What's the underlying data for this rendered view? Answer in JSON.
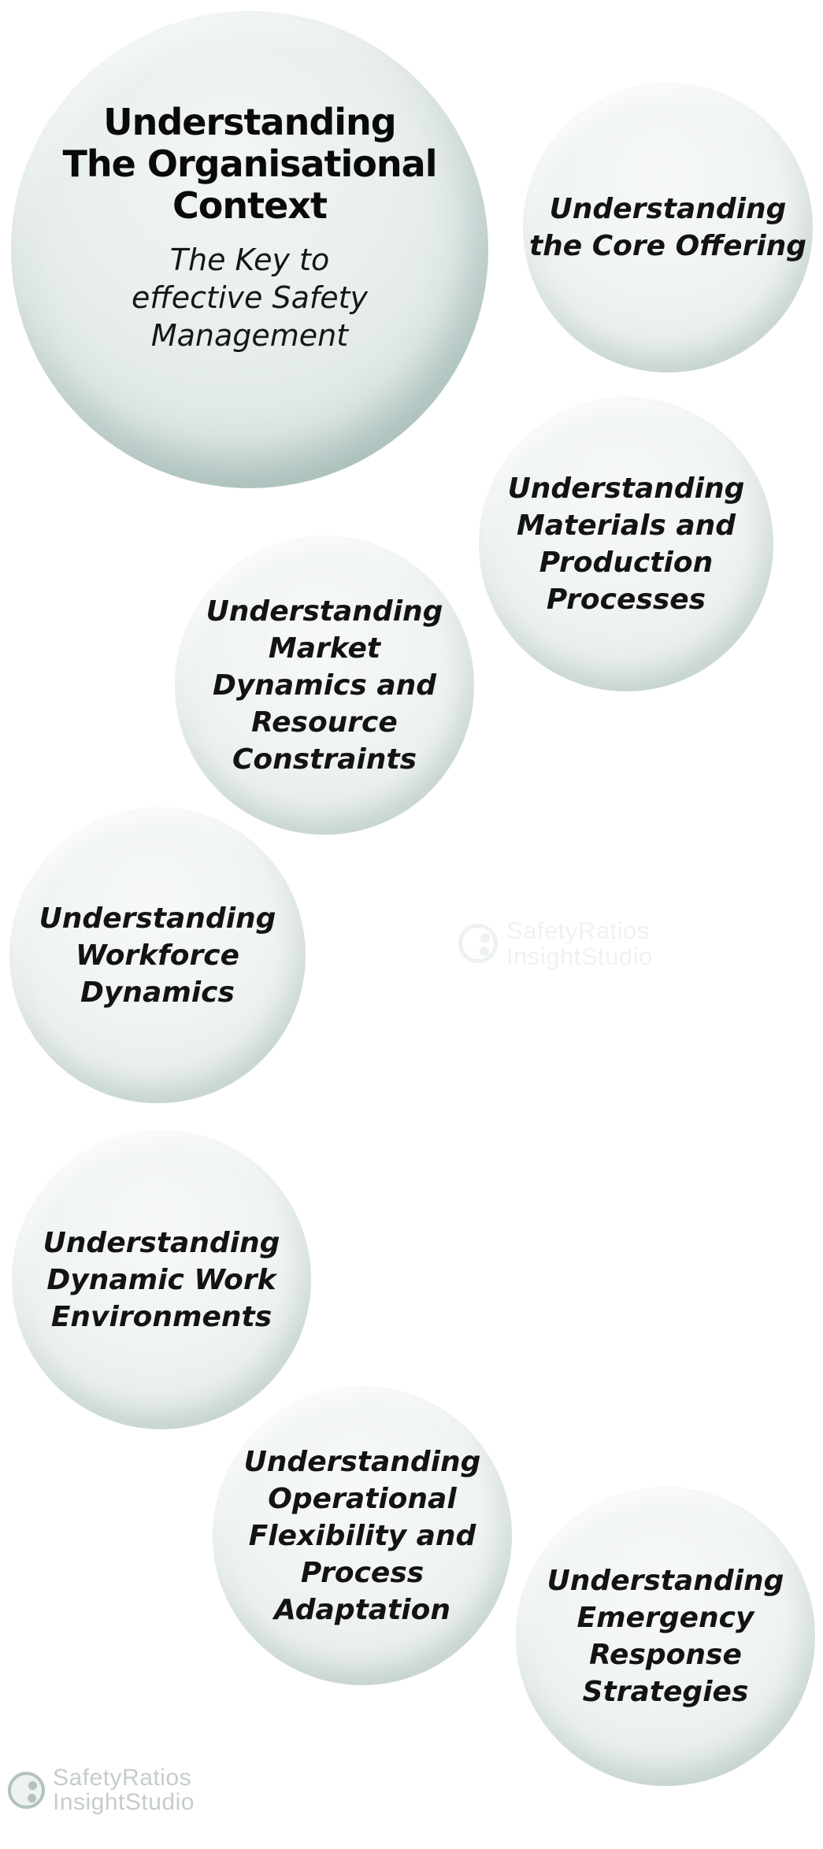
{
  "main_bubble": {
    "title_lines": [
      "Understanding",
      "The Organisational",
      "Context"
    ],
    "subtitle_lines": [
      "The Key to",
      "effective Safety",
      "Management"
    ]
  },
  "bubbles": [
    {
      "name": "core-offering",
      "lines": [
        "Understanding",
        "the Core Offering"
      ]
    },
    {
      "name": "materials-production",
      "lines": [
        "Understanding",
        "Materials and",
        "Production",
        "Processes"
      ]
    },
    {
      "name": "market-dynamics",
      "lines": [
        "Understanding",
        "Market",
        "Dynamics and",
        "Resource",
        "Constraints"
      ]
    },
    {
      "name": "workforce-dynamics",
      "lines": [
        "Understanding",
        "Workforce",
        "Dynamics"
      ]
    },
    {
      "name": "dynamic-work-environments",
      "lines": [
        "Understanding",
        "Dynamic Work",
        "Environments"
      ]
    },
    {
      "name": "operational-flexibility",
      "lines": [
        "Understanding",
        "Operational",
        "Flexibility and",
        "Process",
        "Adaptation"
      ]
    },
    {
      "name": "emergency-response",
      "lines": [
        "Understanding",
        "Emergency",
        "Response Strategies"
      ]
    }
  ],
  "watermark": {
    "brand_line1": "SafetyRatios",
    "brand_line2": "InsightStudio"
  },
  "footer_logo": {
    "brand_line1": "SafetyRatios",
    "brand_line2": "InsightStudio"
  },
  "colors": {
    "background": "#ffffff",
    "bubble_fill": "#eef2f1",
    "bubble_rim": "#c7d5d2",
    "main_bubble_rim": "#9db4b0",
    "text": "#131313",
    "watermark_text": "#f0f2f2",
    "footer_text": "#c5cdca",
    "footer_logo_stroke": "#b2c3bf"
  }
}
